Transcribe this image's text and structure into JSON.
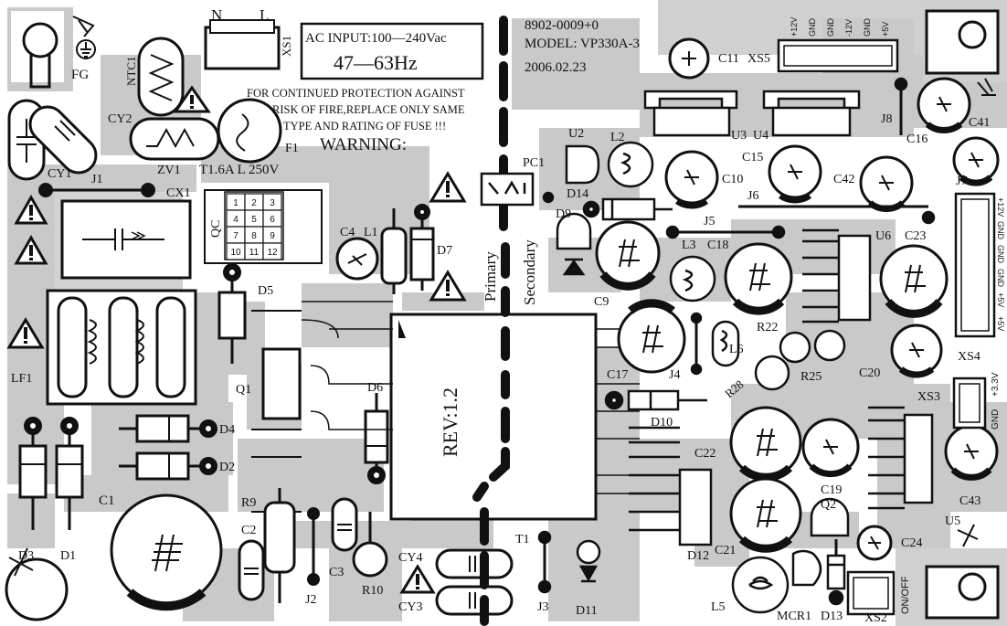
{
  "header": {
    "part_no": "8902-0009+0",
    "model": "MODEL: VP330A-3",
    "date": "2006.02.23"
  },
  "input_box": {
    "line1": "AC INPUT:100—240Vac",
    "line2": "47—63Hz"
  },
  "warning": {
    "line1": "FOR CONTINUED PROTECTION AGAINST",
    "line2": "RISK OF FIRE,REPLACE ONLY SAME",
    "line3": "TYPE AND RATING OF FUSE !!!",
    "title": "WARNING:"
  },
  "fuse": {
    "rating": "T1.6A  L  250V"
  },
  "board_rev": "REV:1.2",
  "zones": {
    "primary": "Primary",
    "secondary": "Secondary"
  },
  "qc": {
    "label": "QC",
    "cells": [
      "1",
      "2",
      "3",
      "4",
      "5",
      "6",
      "7",
      "8",
      "9",
      "10",
      "11",
      "12"
    ]
  },
  "connector_pins": {
    "xs5": [
      "+12V",
      "GND",
      "GND",
      "-12V",
      "GND",
      "+5V"
    ],
    "xs4": [
      "+12V",
      "GND",
      "GND",
      "GND",
      "+5V",
      "+5V"
    ],
    "xs3": [
      "GND",
      "+3.3V"
    ],
    "xs2": [
      "ON/OFF"
    ]
  },
  "labels": {
    "N": "N",
    "L": "L",
    "XS1": "XS1",
    "NTC1": "NTC1",
    "FG": "FG",
    "CY2": "CY2",
    "ZV1": "ZV1",
    "F1": "F1",
    "CY1": "CY1",
    "J1": "J1",
    "CX1": "CX1",
    "C4": "C4",
    "L1": "L1",
    "D7": "D7",
    "D5": "D5",
    "LF1": "LF1",
    "Q1": "Q1",
    "D6": "D6",
    "D4": "D4",
    "D2": "D2",
    "D3": "D3",
    "D1": "D1",
    "C1": "C1",
    "R9": "R9",
    "C2": "C2",
    "C3": "C3",
    "J2": "J2",
    "R10": "R10",
    "CY4": "CY4",
    "CY3": "CY3",
    "T1": "T1",
    "J3": "J3",
    "D11": "D11",
    "U2": "U2",
    "L2": "L2",
    "PC1": "PC1",
    "D14": "D14",
    "D9": "D9",
    "C11": "C11",
    "XS5": "XS5",
    "U3": "U3",
    "U4": "U4",
    "C10": "C10",
    "C15": "C15",
    "C42": "C42",
    "C16": "C16",
    "J8": "J8",
    "C41": "C41",
    "J6": "J6",
    "J7": "J7",
    "J5": "J5",
    "L3": "L3",
    "C18": "C18",
    "U6": "U6",
    "C23": "C23",
    "C9": "C9",
    "R22": "R22",
    "L6": "L6",
    "R28": "R28",
    "R25": "R25",
    "C20": "C20",
    "XS4": "XS4",
    "J4": "J4",
    "C17": "C17",
    "D10": "D10",
    "XS3": "XS3",
    "C22": "C22",
    "C19": "C19",
    "Q2": "Q2",
    "U5": "U5",
    "C43": "C43",
    "D12": "D12",
    "C21": "C21",
    "C24": "C24",
    "L5": "L5",
    "MCR1": "MCR1",
    "D13": "D13",
    "XS2": "XS2"
  }
}
